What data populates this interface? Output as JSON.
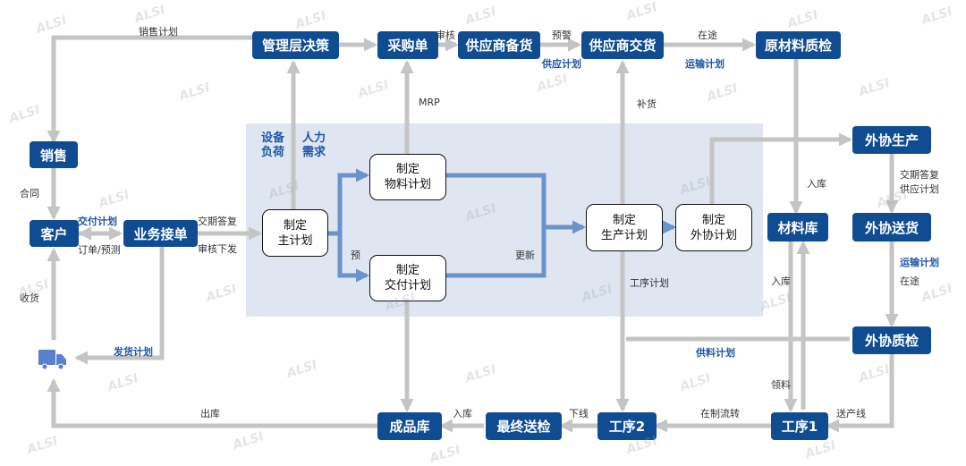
{
  "nodes": {
    "mgmt": "管理层决策",
    "purchase_order": "采购单",
    "supplier_stock": "供应商备货",
    "supplier_delivery": "供应商交货",
    "raw_qc": "原材料质检",
    "sales": "销售",
    "customer": "客户",
    "order_intake": "业务接单",
    "material_store": "材料库",
    "outsource_prod": "外协生产",
    "outsource_delivery": "外协送货",
    "outsource_qc": "外协质检",
    "finished_store": "成品库",
    "final_qc": "最终送检",
    "proc2": "工序2",
    "proc1": "工序1"
  },
  "plans": {
    "master": [
      "制定",
      "主计划"
    ],
    "material": [
      "制定",
      "物料计划"
    ],
    "delivery": [
      "制定",
      "交付计划"
    ],
    "production": [
      "制定",
      "生产计划"
    ],
    "outsource": [
      "制定",
      "外协计划"
    ]
  },
  "labels": {
    "sales_plan": "销售计划",
    "review": "审核",
    "warning": "预警",
    "in_transit_top": "在途",
    "contract": "合同",
    "order_forecast": "订单/预测",
    "delivery_reply": "交期答复",
    "review_issue": "审核下发",
    "pre": "预",
    "update": "更新",
    "mrp": "MRP",
    "replenish": "补货",
    "process_plan": "工序计划",
    "receive": "收货",
    "outbound": "出库",
    "inbound_fg": "入库",
    "down_line": "下线",
    "wip_flow": "在制流转",
    "to_line": "送产线",
    "picking": "领料",
    "inbound_right_1": "入库",
    "inbound_right_2": "入库",
    "delivery_reply_2": "交期答复",
    "supply_plan_2": "供应计划",
    "in_transit_right": "在途"
  },
  "blue_labels": {
    "supply_plan": "供应计划",
    "transport_plan": "运输计划",
    "delivery_plan": "交付计划",
    "shipping_plan": "发货计划",
    "material_supply_plan": "供料计划",
    "transport_plan_2": "运输计划",
    "equipment_load": [
      "设备",
      "负荷"
    ],
    "labor_demand": [
      "人力",
      "需求"
    ]
  },
  "icons": {
    "truck": "truck-icon"
  },
  "watermark": "ALSI",
  "colors": {
    "box": "#0f4c92",
    "arrow_gray": "#c4c4c4",
    "arrow_blue": "#6b93cb",
    "panel": "#dfe6f1",
    "blue_text": "#1d57a8"
  }
}
